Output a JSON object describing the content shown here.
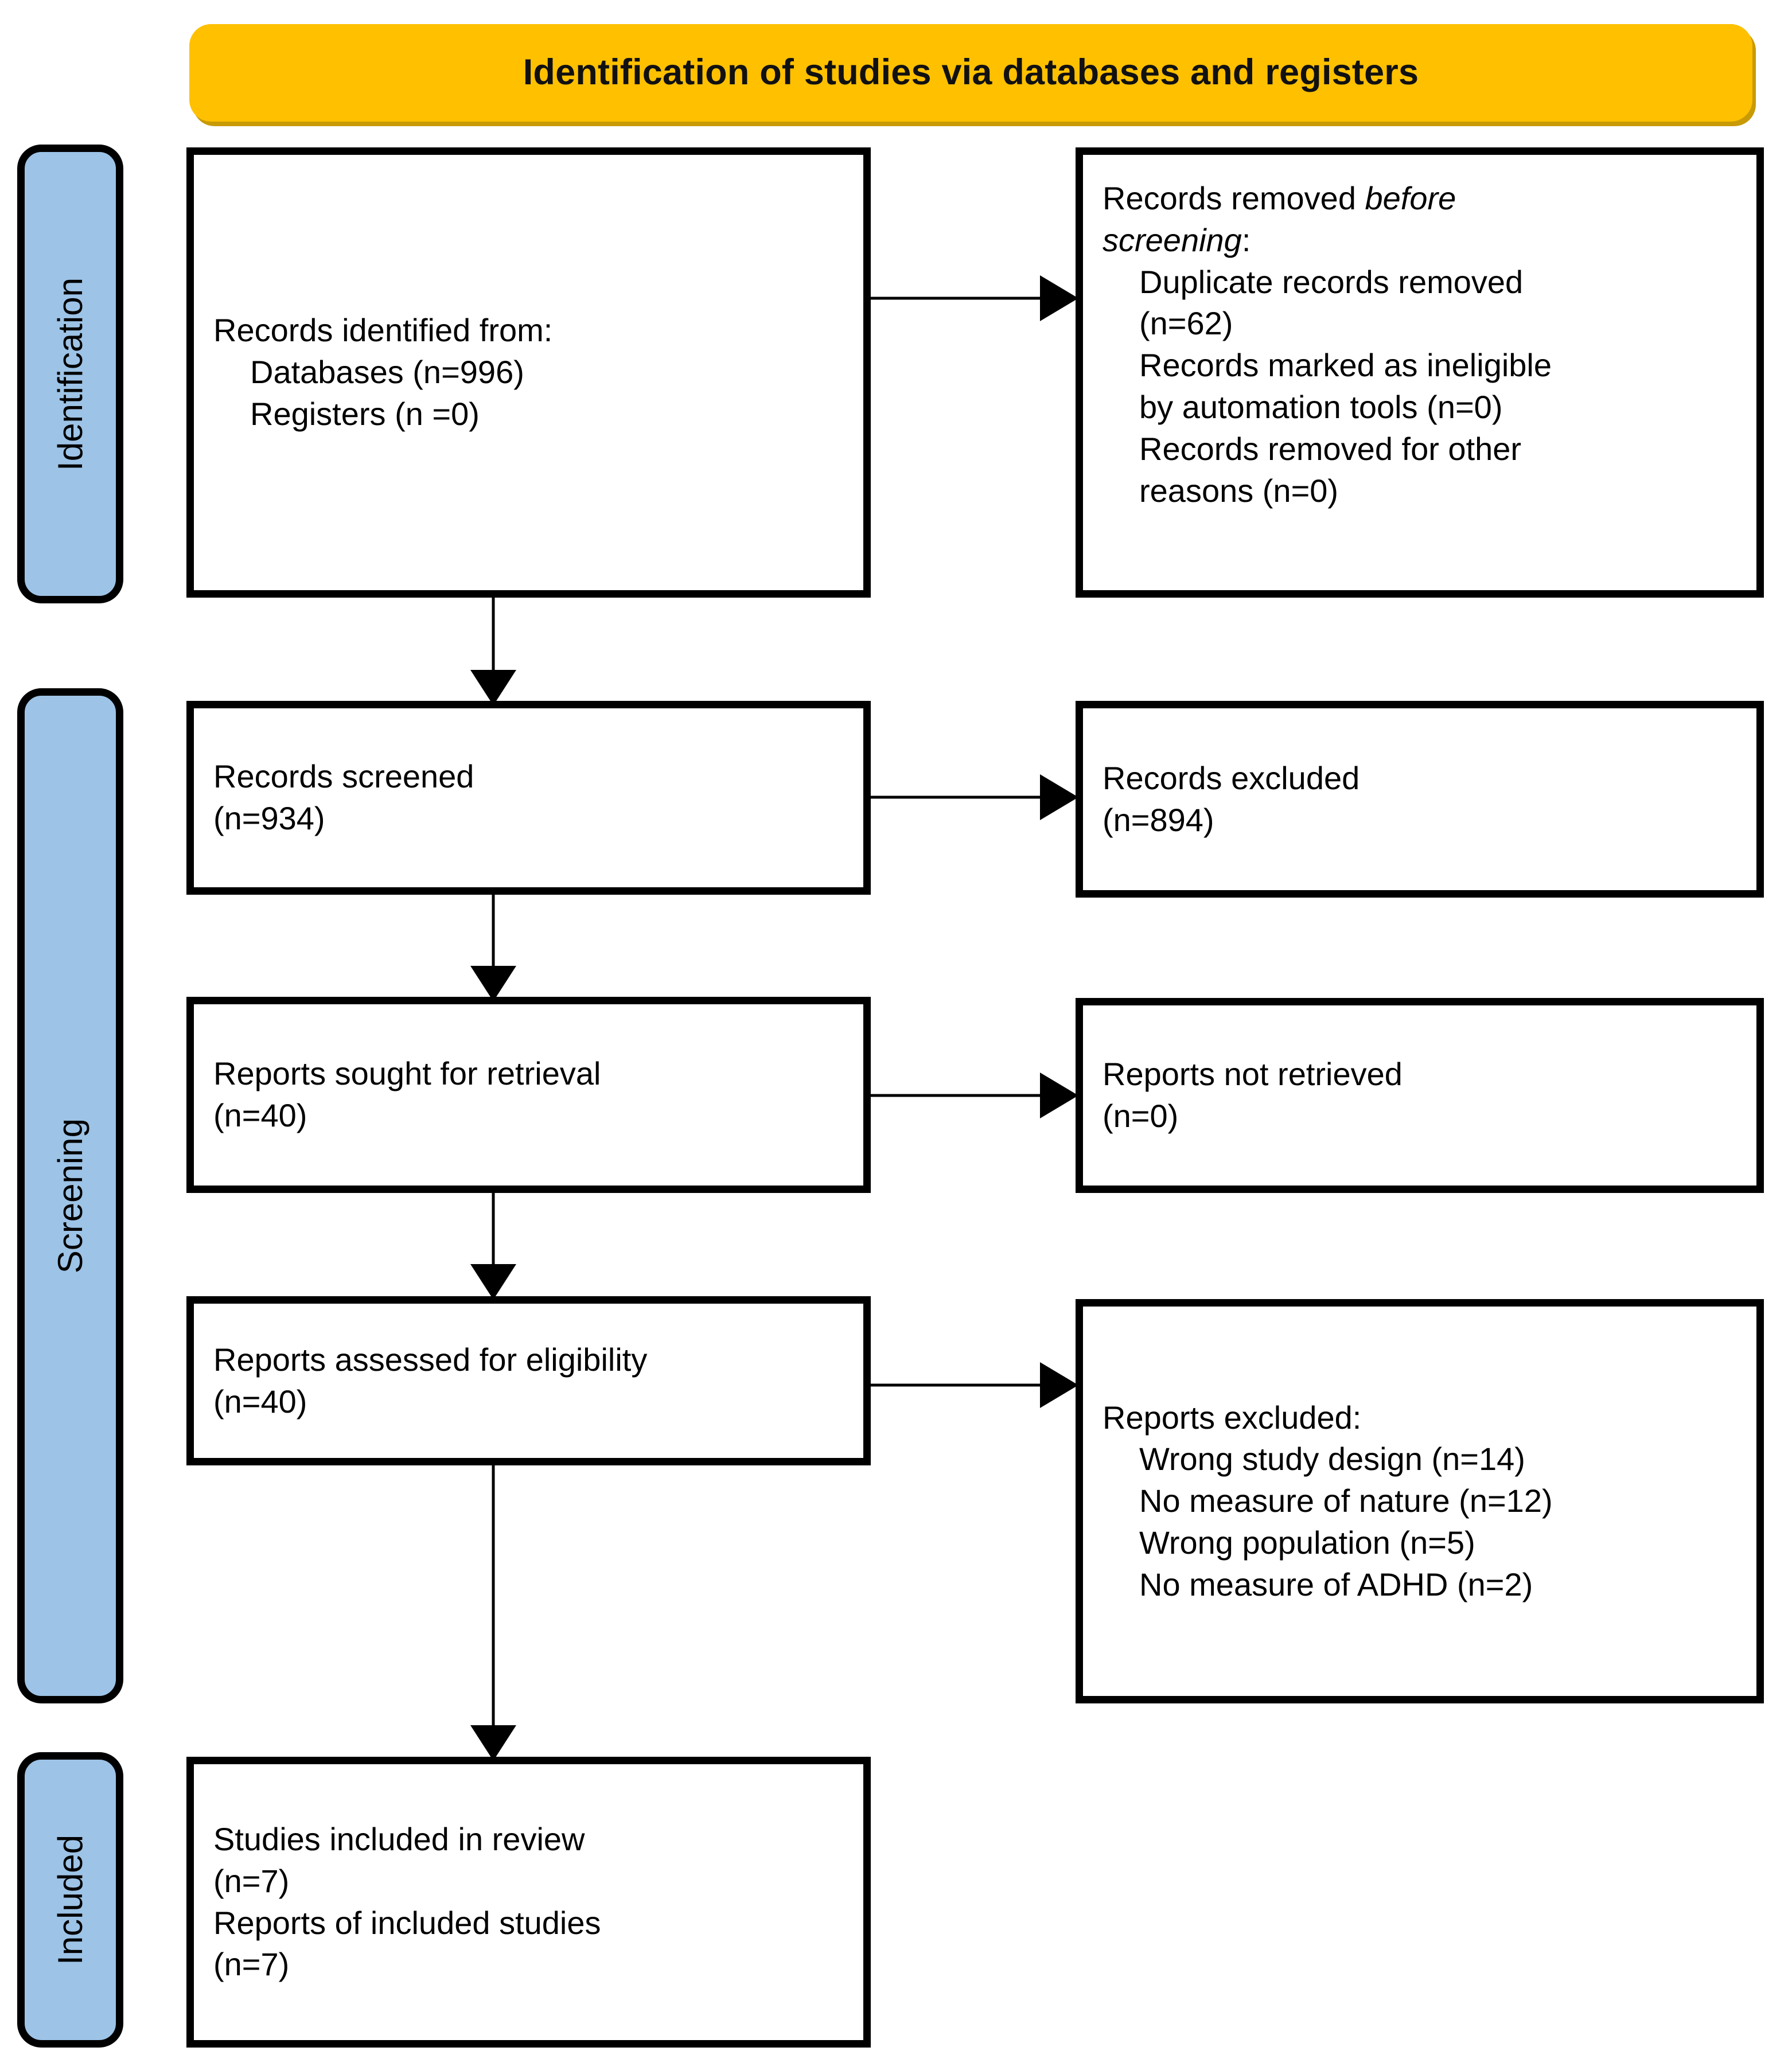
{
  "header": {
    "title": "Identification of studies via databases and registers"
  },
  "phases": [
    {
      "id": "identification",
      "label": "Identification"
    },
    {
      "id": "screening",
      "label": "Screening"
    },
    {
      "id": "included",
      "label": "Included"
    }
  ],
  "colors": {
    "banner": "#FFC000",
    "banner_shadow": "#C89A06",
    "phase_band": "#9DC3E6",
    "border": "#000000",
    "box_fill": "#FFFFFF",
    "text": "#000000"
  },
  "boxes": {
    "records_identified": {
      "line1": "Records identified from:",
      "line2": "Databases (n=996)",
      "line3": "Registers (n =0)"
    },
    "records_removed": {
      "line1_prefix": "Records removed ",
      "line1_italic": "before",
      "line2_italic": "screening",
      "line2_suffix": ":",
      "line3": "Duplicate records removed",
      "line4": "(n=62)",
      "line5": "Records marked as ineligible",
      "line6": "by automation tools (n=0)",
      "line7": "Records removed for other",
      "line8": "reasons (n=0)"
    },
    "records_screened": {
      "line1": "Records screened",
      "line2": "(n=934)"
    },
    "records_excluded": {
      "line1": "Records excluded",
      "line2": "(n=894)"
    },
    "reports_sought": {
      "line1": "Reports sought for retrieval",
      "line2": "(n=40)"
    },
    "reports_not_retrieved": {
      "line1": "Reports not retrieved",
      "line2": "(n=0)"
    },
    "reports_assessed": {
      "line1": "Reports assessed for eligibility",
      "line2": "(n=40)"
    },
    "reports_excluded": {
      "line1": "Reports excluded:",
      "line2": "Wrong study design (n=14)",
      "line3": "No measure of nature (n=12)",
      "line4": "Wrong population (n=5)",
      "line5": "No measure of ADHD (n=2)"
    },
    "studies_included": {
      "line1": "Studies included in review",
      "line2": "(n=7)",
      "line3": "Reports of included studies",
      "line4": "(n=7)"
    }
  }
}
